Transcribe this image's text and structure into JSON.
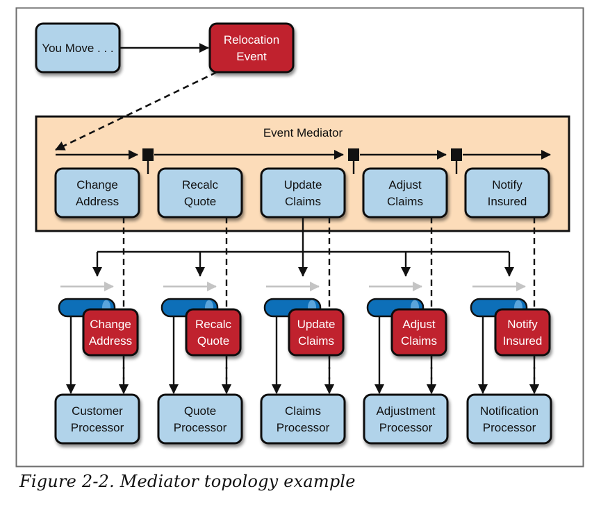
{
  "caption": "Figure 2-2. Mediator topology example",
  "colors": {
    "blue_box": "#b1d3ea",
    "red_box": "#c0232f",
    "mediator_fill": "#fcdcb9",
    "queue_blue": "#0d6fb8",
    "queue_highlight": "#5aa5dc",
    "gray_arrow": "#c4c4c4",
    "stroke": "#111111",
    "frame": "#6e6e6e"
  },
  "initiator": {
    "lines": [
      "You Move . . ."
    ]
  },
  "initial_event": {
    "lines": [
      "Relocation",
      "Event"
    ]
  },
  "mediator": {
    "title": "Event Mediator",
    "steps": [
      {
        "lines": [
          "Change",
          "Address"
        ]
      },
      {
        "lines": [
          "Recalc",
          "Quote"
        ]
      },
      {
        "lines": [
          "Update",
          "Claims"
        ]
      },
      {
        "lines": [
          "Adjust",
          "Claims"
        ]
      },
      {
        "lines": [
          "Notify",
          "Insured"
        ]
      }
    ]
  },
  "channels": [
    {
      "event_lines": [
        "Change",
        "Address"
      ],
      "processor_lines": [
        "Customer",
        "Processor"
      ]
    },
    {
      "event_lines": [
        "Recalc",
        "Quote"
      ],
      "processor_lines": [
        "Quote",
        "Processor"
      ]
    },
    {
      "event_lines": [
        "Update",
        "Claims"
      ],
      "processor_lines": [
        "Claims",
        "Processor"
      ]
    },
    {
      "event_lines": [
        "Adjust",
        "Claims"
      ],
      "processor_lines": [
        "Adjustment",
        "Processor"
      ]
    },
    {
      "event_lines": [
        "Notify",
        "Insured"
      ],
      "processor_lines": [
        "Notification",
        "Processor"
      ]
    }
  ]
}
